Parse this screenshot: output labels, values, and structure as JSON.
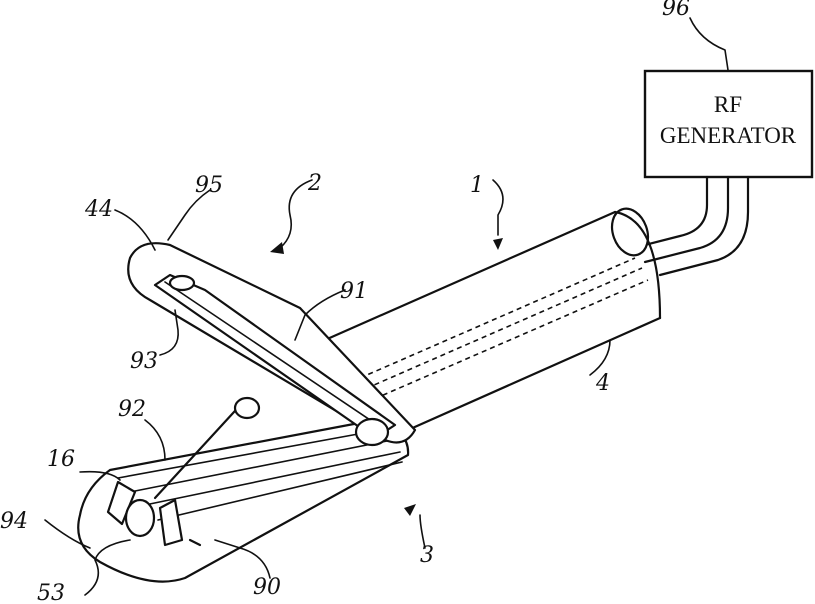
{
  "generator": {
    "line1": "RF",
    "line2": "GENERATOR"
  },
  "labels": {
    "l96": "96",
    "l1": "1",
    "l2": "2",
    "l95": "95",
    "l44": "44",
    "l91": "91",
    "l93": "93",
    "l92": "92",
    "l16": "16",
    "l94": "94",
    "l53": "53",
    "l90": "90",
    "l3": "3",
    "l4": "4"
  }
}
